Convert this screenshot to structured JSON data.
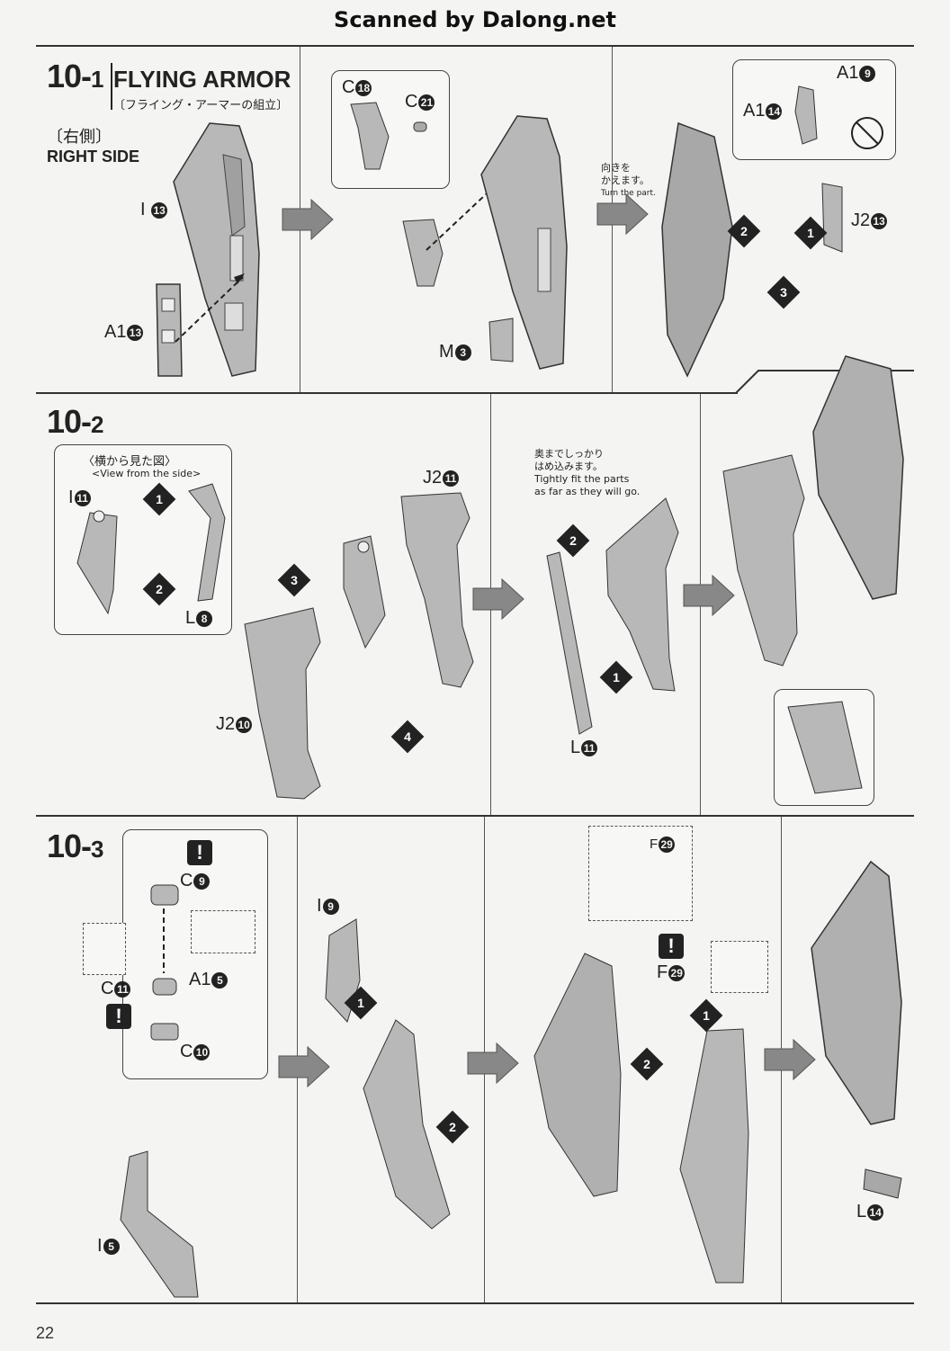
{
  "header": {
    "scan_credit": "Scanned by Dalong.net"
  },
  "page_number": "22",
  "section_10_1": {
    "number": "10-",
    "sub": "1",
    "title_en": "FLYING ARMOR",
    "title_jp": "〔フライング・アーマーの組立〕",
    "side_jp": "〔右側〕",
    "side_en": "RIGHT SIDE",
    "turn_note_jp": "向きを\nかえます。",
    "turn_note_en": "Turn the part.",
    "parts": {
      "i13": "I",
      "a1_13": "A1",
      "c18": "C",
      "c21": "C",
      "m3": "M",
      "a1_9": "A1",
      "a1_14": "A1",
      "j2_13": "J2"
    },
    "nums": {
      "n13": "13",
      "n18": "18",
      "n21": "21",
      "n3": "3",
      "n9": "9",
      "n14": "14"
    }
  },
  "section_10_2": {
    "number": "10-",
    "sub": "2",
    "side_view_jp": "〈横から見た図〉",
    "side_view_en": "<View from the side>",
    "fit_note_jp": "奥までしっかり\nはめ込みます。",
    "fit_note_en": "Tightly fit the parts\nas far as they will go.",
    "parts": {
      "i11": "I",
      "l8": "L",
      "j2_11": "J2",
      "j2_10": "J2",
      "l11": "L"
    },
    "nums": {
      "n11": "11",
      "n8": "8",
      "n10": "10"
    }
  },
  "section_10_3": {
    "number": "10-",
    "sub": "3",
    "parts": {
      "c9": "C",
      "c11": "C",
      "a1_5": "A1",
      "c10": "C",
      "i5": "I",
      "i9": "I",
      "f29a": "F",
      "f29b": "F",
      "l14": "L"
    },
    "nums": {
      "n9": "9",
      "n11": "11",
      "n5": "5",
      "n10": "10",
      "n29": "29",
      "n14": "14"
    }
  },
  "steps": [
    "1",
    "2",
    "3",
    "4"
  ],
  "warning_symbol": "!"
}
